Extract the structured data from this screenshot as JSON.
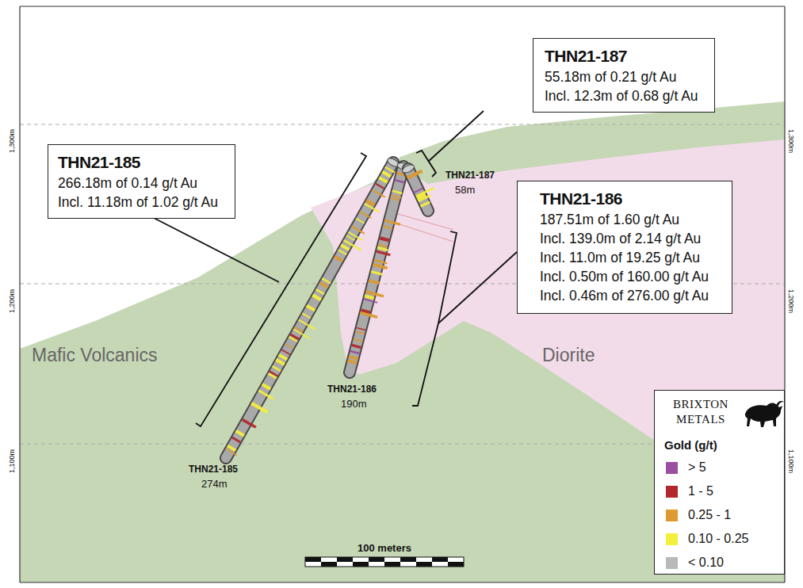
{
  "diagram": {
    "nodes": [
      {
        "text": [
          "THN21-187",
          "55.18m of 0.21 g/t Au",
          "Incl. 12.3m of 0.68 g/t Au"
        ]
      },
      {
        "text": [
          "THN21-185",
          "266.18m of 0.14 g/t Au",
          "Incl.  11.18m of 1.02 g/t Au"
        ]
      },
      {
        "text": [
          "THN21-186",
          "187.51m of 1.60 g/t Au",
          "Incl. 139.0m of 2.14 g/t Au",
          "Incl. 11.0m of 19.25 g/t Au",
          "Incl. 0.50m of 160.00 g/t Au",
          "Incl. 0.46m of 276.00 g/t Au"
        ]
      },
      {
        "text": [
          "BRIXTON METALS",
          "Gold (g/t)"
        ]
      }
    ],
    "labels": [
      "Mafic Volcanics",
      "Diorite",
      "THN21-187",
      "58m",
      "THN21-185",
      "274m",
      "THN21-186",
      "190m",
      "1,300m",
      "1,300m",
      "1,200m",
      "1,200m",
      "1,100m",
      "1,100m",
      "100 meters"
    ],
    "legend": [
      {
        "text": "> 5",
        "color": "#9b4f9e"
      },
      {
        "text": "1 - 5",
        "color": "#b3282d"
      },
      {
        "text": "0.25 - 1",
        "color": "#de9a2e"
      },
      {
        "text": "0.10 - 0.25",
        "color": "#f4ee3c"
      },
      {
        "text": "< 0.10",
        "color": "#b9b9b9"
      }
    ]
  }
}
